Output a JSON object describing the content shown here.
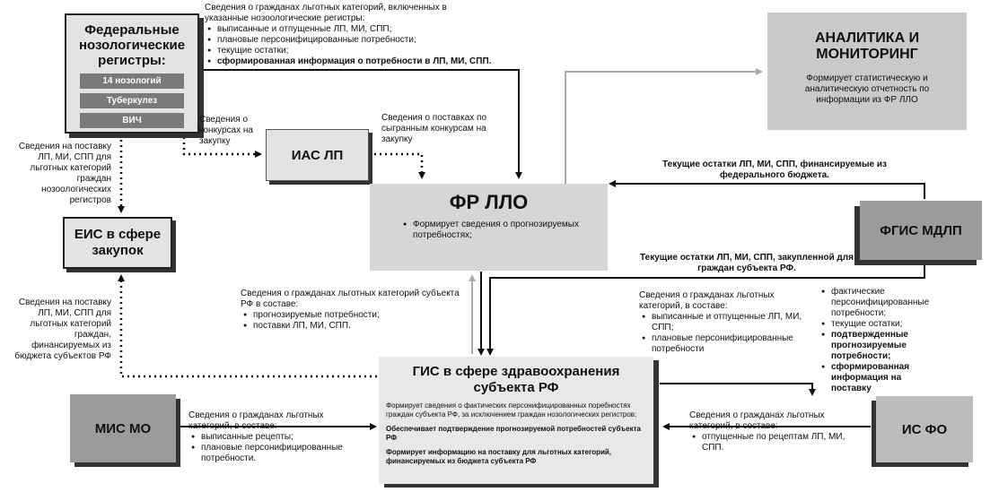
{
  "fed_registers": {
    "title": "Федеральные нозологические регистры:",
    "items": [
      "14 нозологий",
      "Туберкулез",
      "ВИЧ"
    ]
  },
  "analytics": {
    "title": "АНАЛИТИКА И МОНИТОРИНГ",
    "text": "Формирует статистическую и аналитическую отчетность по информации из ФР ЛЛО"
  },
  "ias": {
    "title": "ИАС ЛП"
  },
  "eis": {
    "title": "ЕИС в сфере закупок"
  },
  "fr_llo": {
    "title": "ФР ЛЛО",
    "bullet": "Формирует сведения о прогнозируемых потребностях;"
  },
  "fgis": {
    "title": "ФГИС МДЛП"
  },
  "gis": {
    "title": "ГИС в сфере здравоохранения субъекта РФ",
    "p1": "Формирует сведения о фактических персонифицированных поребностях граждан субъекта РФ, за исключением граждан нозологических регистров;",
    "p2": "Обеспечивает подтверждение прогнозируемой потребностей субъекта РФ",
    "p3": "Формирует информацию на поставку для льготных категорий, финансируемых из бюджета субъекта РФ"
  },
  "mis": {
    "title": "МИС МО"
  },
  "isfo": {
    "title": "ИС ФО"
  },
  "labels": {
    "top_intro": "Сведения о гражданах льготных категорий, включенных в указанные нозоологические регистры:",
    "top_items": [
      "выписанные и отпущенные ЛП, МИ, СПП;",
      "плановые персонифицированные потребности;",
      "текущие остатки;"
    ],
    "top_bold_item": "сформированная информация о потребности в ЛП, МИ, СПП.",
    "konkursy": "Сведения о конкурсах на закупку",
    "postavki": "Сведения о поставках по сыгранным конкурсам на закупку",
    "eis_supply_fed": "Сведения на поставку ЛП, МИ, СПП для льготных категорий граждан нозоологических регистров",
    "eis_supply_reg": "Сведения на поставку ЛП, МИ, СПП для льготных категорий граждан, финансируемых из бюджета субъектов РФ",
    "ostatki_fed": "Текущие остатки ЛП, МИ, СПП, финансируемые из федерального бюджета.",
    "ostatki_reg": "Текущие остатки ЛП, МИ, СПП, закупленной для граждан субъекта РФ.",
    "gis_to_fr_intro": "Сведения о гражданах льготных категорий субъекта РФ в составе:",
    "gis_to_fr_items": [
      "прогнозируемые потребности;",
      "поставки ЛП, МИ, СПП."
    ],
    "fr_to_gis_intro": "Сведения о гражданах льготных категорий, в составе:",
    "fr_to_gis_items": [
      "выписанные и отпущенные ЛП, МИ, СПП;",
      "плановые персонифицированные потребности"
    ],
    "right_items": [
      "фактические персонифицированные потребности;",
      "текущие остатки;"
    ],
    "right_bold_items": [
      "подтвержденные прогнозируемые потребности;",
      "сформированная информация на поставку"
    ],
    "mis_intro": "Сведения о гражданах льготных категорий, в составе:",
    "mis_items": [
      "выписанные рецепты;",
      "плановые персонифицированные потребности."
    ],
    "isfo_intro": "Сведения о гражданах льготных категорий, в составе:",
    "isfo_items": [
      "отпущенные по рецептам ЛП, МИ, СПП."
    ]
  },
  "colors": {
    "box_light": "#e3e3e3",
    "box_mid": "#c9c9c9",
    "chip": "#7a7a7a",
    "shadow": "#333333",
    "line_gray": "#b5b5b5"
  }
}
